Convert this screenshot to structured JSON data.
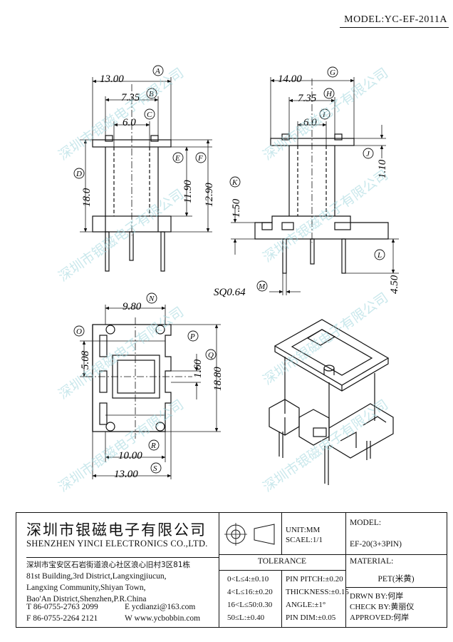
{
  "header": {
    "model_label": "MODEL:YC-EF-2011A"
  },
  "dimensions": {
    "A": "13.00",
    "B": "7.35",
    "C": "6.0",
    "D": "18.0",
    "E": "11.90",
    "F": "12.90",
    "G": "14.00",
    "H": "7.35",
    "I": "6.0",
    "J": "1.10",
    "K": "1.50",
    "L": "4.50",
    "M": "SQ0.64",
    "N": "9.80",
    "O": "5.08",
    "P": "1.60",
    "Q": "18.80",
    "R": "10.00",
    "S": "13.00"
  },
  "watermark": {
    "text": "深圳市银磁电子有限公司"
  },
  "title_block": {
    "company_cn": "深圳市银磁电子有限公司",
    "company_en": "SHENZHEN YINCI ELECTRONICS CO.,LTD.",
    "address_cn": "深圳市宝安区石岩街道浪心社区浪心旧村3区81栋",
    "address_en": [
      "81st Building,3rd District,Langxingjiucun,",
      "Langxing Community,Shiyan Town,",
      "Bao'An District,Shenzhen,P.R.China"
    ],
    "tel": "T 86-0755-2763 2099",
    "fax": "F 86-0755-2264 2121",
    "email": "E ycdianzi@163.com",
    "web": "W www.ycbobbin.com",
    "unit": "UNIT:MM",
    "scale": "SCAEL:1/1",
    "model_heading": "MODEL:",
    "model_value": "EF-20(3+3PIN)",
    "tolerance_heading": "TOLERANCE",
    "tolerances": [
      "0<L≤4:±0.10",
      "4<L≤16:±0.20",
      "16<L≤50:0.30",
      "50≤L:±0.40"
    ],
    "specs": [
      "PIN PITCH:±0.20",
      "THICKNESS:±0.15",
      "ANGLE:±1°",
      "PIN DIM:±0.05"
    ],
    "material_heading": "MATERIAL:",
    "material_value": "PET(米黄)",
    "drawn_by": "DRWN BY:何岸",
    "check_by": "CHECK BY:黄丽仪",
    "approved": "APPROVED:何岸"
  }
}
